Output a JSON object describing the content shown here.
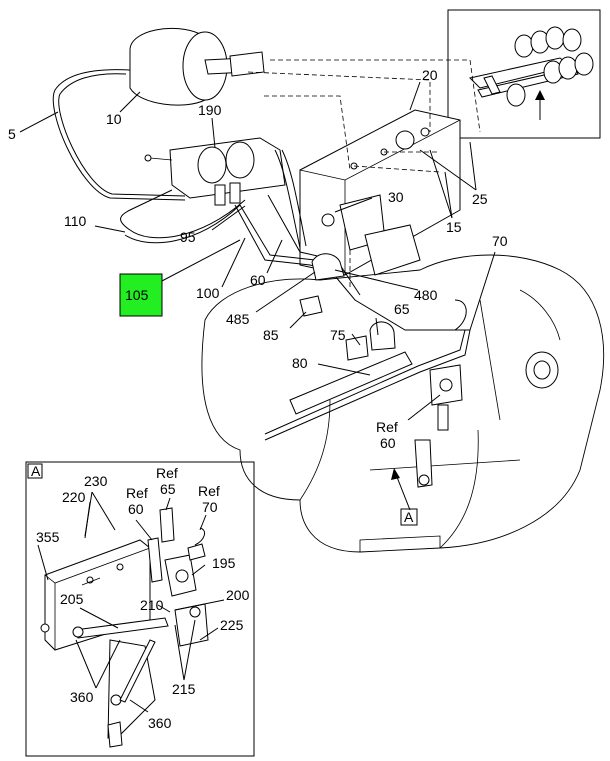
{
  "callouts": {
    "c5": "5",
    "c10": "10",
    "c190": "190",
    "c20": "20",
    "c25": "25",
    "c15": "15",
    "c30": "30",
    "c110": "110",
    "c95": "95",
    "c105": "105",
    "c100": "100",
    "c60": "60",
    "c70": "70",
    "c480": "480",
    "c485": "485",
    "c85": "85",
    "c65": "65",
    "c75": "75",
    "c80": "80",
    "ref60_ref": "Ref",
    "ref60_num": "60",
    "view_marker": "A"
  },
  "inset_a": {
    "tag": "A",
    "c230": "230",
    "c220": "220",
    "ref60_ref": "Ref",
    "ref60_num": "60",
    "ref65_ref": "Ref",
    "ref65_num": "65",
    "ref70_ref": "Ref",
    "ref70_num": "70",
    "c355": "355",
    "c195": "195",
    "c205": "205",
    "c210": "210",
    "c200": "200",
    "c225": "225",
    "c360a": "360",
    "c215": "215",
    "c360b": "360"
  },
  "colors": {
    "highlight": "#22ee22",
    "line": "#000000",
    "background": "#ffffff"
  }
}
